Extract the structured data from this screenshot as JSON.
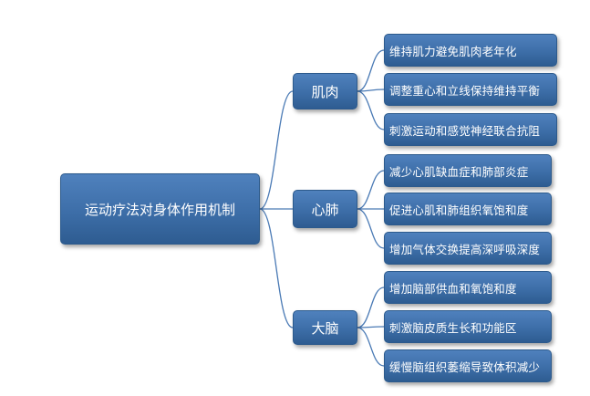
{
  "root": {
    "label": "运动疗法对身体作用机制"
  },
  "branches": [
    {
      "label": "肌肉",
      "leaves": [
        "维持肌力避免肌肉老年化",
        "调整重心和立线保持维持平衡",
        "刺激运动和感觉神经联合抗阻"
      ]
    },
    {
      "label": "心肺",
      "leaves": [
        "减少心肌缺血症和肺部炎症",
        "促进心肌和肺组织氧饱和度",
        "增加气体交换提高深呼吸深度"
      ]
    },
    {
      "label": "大脑",
      "leaves": [
        "增加脑部供血和氧饱和度",
        "刺激脑皮质生长和功能区",
        "缓慢脑组织萎缩导致体积减少"
      ]
    }
  ],
  "colors": {
    "box": "#4f81bd",
    "connector": "#4a7ab5"
  }
}
